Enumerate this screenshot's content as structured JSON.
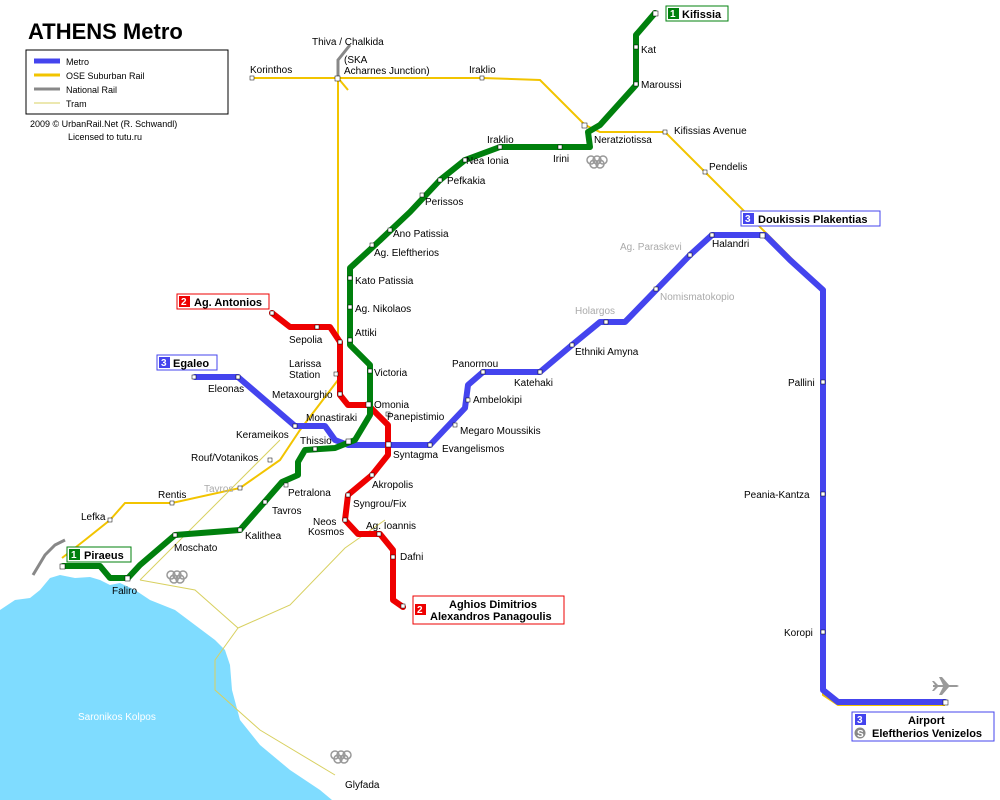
{
  "title": "ATHENS Metro",
  "legend": {
    "metro": "Metro",
    "suburban": "OSE Suburban Rail",
    "national": "National Rail",
    "tram": "Tram"
  },
  "credit_line1": "2009 © UrbanRail.Net (R. Schwandl)",
  "credit_line2": "Licensed to tutu.ru",
  "colors": {
    "line1": "#00800d",
    "line2": "#ee0000",
    "line3": "#4444ee",
    "suburban": "#f2c400",
    "national": "#888888",
    "tram": "#d8d060",
    "sea": "#7fdcff"
  },
  "sea_label": "Saronikos Kolpos",
  "termini": {
    "kifissia": {
      "num": "1",
      "name": "Kifissia"
    },
    "piraeus": {
      "num": "1",
      "name": "Piraeus"
    },
    "ag_antonios": {
      "num": "2",
      "name": "Ag. Antonios"
    },
    "agdim_num": "2",
    "agdim_1": "Aghios Dimitrios",
    "agdim_2": "Alexandros Panagoulis",
    "egaleo": {
      "num": "3",
      "name": "Egaleo"
    },
    "doukissis": {
      "num": "3",
      "name": "Doukissis Plakentias"
    },
    "airport_num": "3",
    "airport_s": "S",
    "airport_1": "Airport",
    "airport_2": "Eleftherios Venizelos"
  },
  "stations": {
    "kat": "Kat",
    "maroussi": "Maroussi",
    "neratziotissa": "Neratziotissa",
    "irini": "Irini",
    "iraklio": "Iraklio",
    "nea_ionia": "Nea Ionia",
    "pefkakia": "Pefkakia",
    "perissos": "Perissos",
    "ano_patissia": "Ano Patissia",
    "ag_eleftherios": "Ag. Eleftherios",
    "kato_patissia": "Kato Patissia",
    "ag_nikolaos": "Ag. Nikolaos",
    "attiki": "Attiki",
    "victoria": "Victoria",
    "omonia": "Omonia",
    "monastiraki": "Monastiraki",
    "thissio": "Thissio",
    "petralona": "Petralona",
    "tavros": "Tavros",
    "kallithea": "Kalithea",
    "moschato": "Moschato",
    "faliro": "Faliro",
    "sepolia": "Sepolia",
    "larissa_1": "Larissa",
    "larissa_2": "Station",
    "metaxourghio": "Metaxourghio",
    "panepistimio": "Panepistimio",
    "syntagma": "Syntagma",
    "akropolis": "Akropolis",
    "syngrou_fix": "Syngrou/Fix",
    "neos_1": "Neos",
    "kosmos": "Kosmos",
    "ag_ioannis": "Ag. Ioannis",
    "dafni": "Dafni",
    "eleonas": "Eleonas",
    "kerameikos": "Kerameikos",
    "evangelismos": "Evangelismos",
    "megaro": "Megaro Moussikis",
    "ambelokipi": "Ambelokipi",
    "panormou": "Panormou",
    "katehaki": "Katehaki",
    "ethniki_amyna": "Ethniki Amyna",
    "holargos": "Holargos",
    "nomismatokopio": "Nomismatokopio",
    "ag_paraskevi": "Ag. Paraskevi",
    "halandri": "Halandri",
    "pallini": "Pallini",
    "peania_kantza": "Peania-Kantza",
    "koropi": "Koropi",
    "korinthos": "Korinthos",
    "thiva": "Thiva / Chalkida",
    "ska_1": "(SKA",
    "ska_2": "Acharnes Junction)",
    "iraklio_ose": "Iraklio",
    "kifissias_ave": "Kifissias Avenue",
    "pendelis": "Pendelis",
    "rouf": "Rouf/Votanikos",
    "tavros_ose": "Tavros",
    "rentis": "Rentis",
    "lefka": "Lefka",
    "glyfada": "Glyfada"
  }
}
